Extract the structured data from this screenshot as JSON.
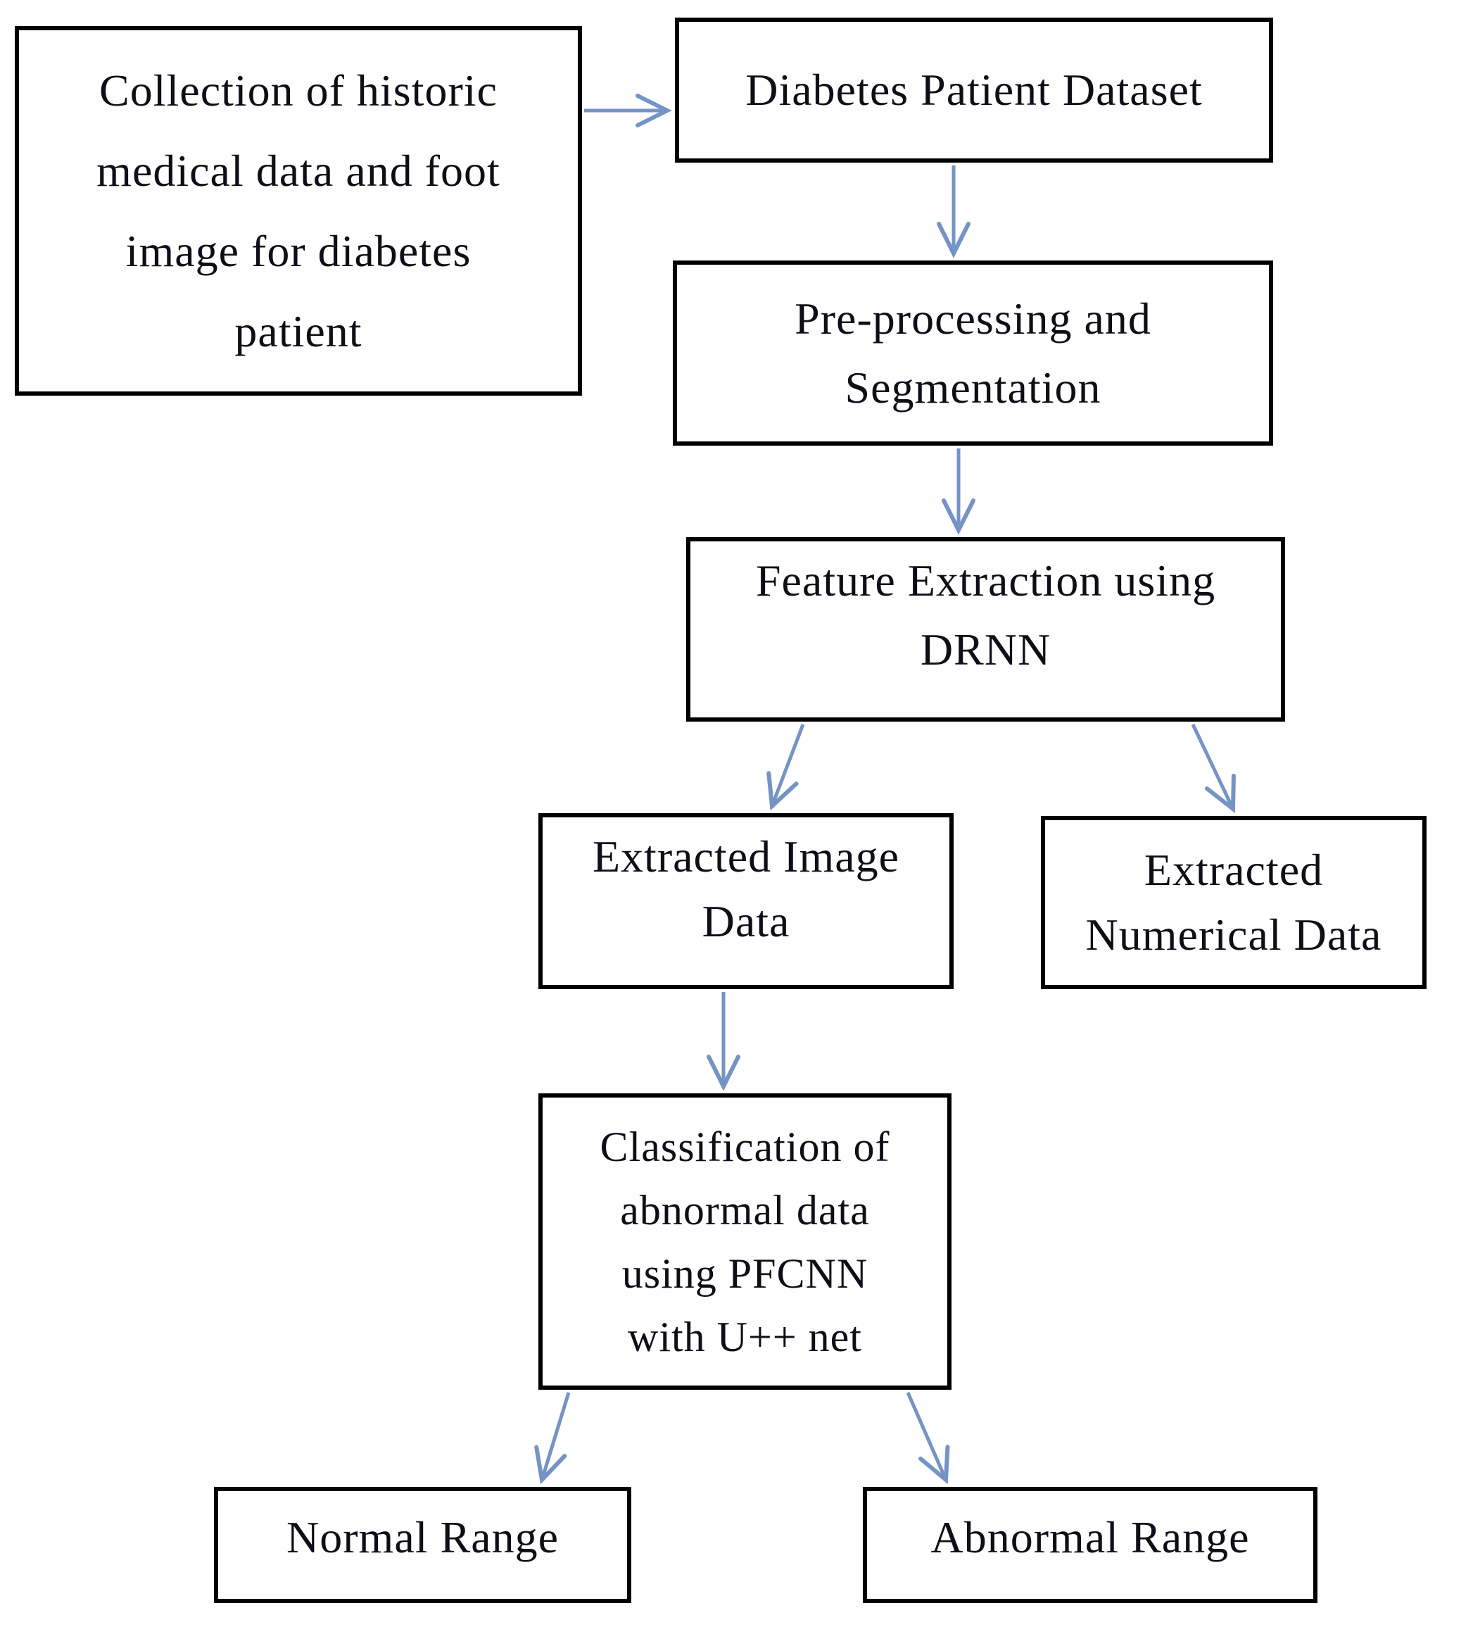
{
  "diagram": {
    "type": "flowchart",
    "colors": {
      "background": "#ffffff",
      "border": "#000000",
      "text": "#0e0e16",
      "arrow": "#7593c4"
    },
    "nodes": {
      "collection": {
        "label": [
          "Collection of historic",
          "medical data and foot",
          "image for diabetes",
          "patient"
        ]
      },
      "dataset": {
        "label": [
          "Diabetes Patient Dataset"
        ]
      },
      "preprocess": {
        "label": [
          "Pre-processing and",
          "Segmentation"
        ]
      },
      "feature": {
        "label": [
          "Feature Extraction using",
          "DRNN"
        ]
      },
      "eximage": {
        "label": [
          "Extracted Image",
          "Data"
        ]
      },
      "exnumerical": {
        "label": [
          "Extracted",
          "Numerical Data"
        ]
      },
      "classify": {
        "label": [
          "Classification of",
          "abnormal data",
          "using PFCNN",
          "with U++ net"
        ]
      },
      "normal": {
        "label": [
          "Normal Range"
        ]
      },
      "abnormal": {
        "label": [
          "Abnormal Range"
        ]
      }
    },
    "edges": [
      {
        "from": "collection",
        "to": "dataset"
      },
      {
        "from": "dataset",
        "to": "preprocess"
      },
      {
        "from": "preprocess",
        "to": "feature"
      },
      {
        "from": "feature",
        "to": "eximage"
      },
      {
        "from": "feature",
        "to": "exnumerical"
      },
      {
        "from": "eximage",
        "to": "classify"
      },
      {
        "from": "classify",
        "to": "normal"
      },
      {
        "from": "classify",
        "to": "abnormal"
      }
    ]
  }
}
